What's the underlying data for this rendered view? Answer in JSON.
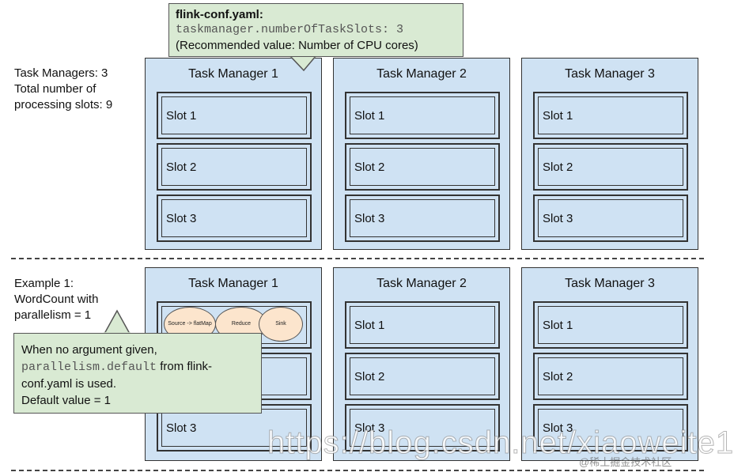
{
  "top_section": {
    "summary_line1": "Task Managers: 3",
    "summary_line2": "Total number of",
    "summary_line3": "processing slots: 9",
    "config_callout": {
      "title": "flink-conf.yaml:",
      "code": "taskmanager.numberOfTaskSlots: 3",
      "note": "(Recommended value: Number of CPU cores)"
    },
    "task_managers": [
      {
        "title": "Task Manager 1",
        "slots": [
          "Slot 1",
          "Slot 2",
          "Slot 3"
        ]
      },
      {
        "title": "Task Manager 2",
        "slots": [
          "Slot 1",
          "Slot 2",
          "Slot 3"
        ]
      },
      {
        "title": "Task Manager 3",
        "slots": [
          "Slot 1",
          "Slot 2",
          "Slot 3"
        ]
      }
    ]
  },
  "bottom_section": {
    "example_line1": "Example 1:",
    "example_line2": "WordCount with",
    "example_line3": "parallelism = 1",
    "operators": [
      "Source -> flatMap",
      "Reduce",
      "Sink"
    ],
    "default_callout": {
      "line1": "When no argument given,",
      "code": "parallelism.default",
      "line2_rest": " from flink-",
      "line3": "conf.yaml is used.",
      "line4": "Default value = 1"
    },
    "task_managers": [
      {
        "title": "Task Manager 1",
        "slots": [
          "",
          "",
          "Slot 3"
        ]
      },
      {
        "title": "Task Manager 2",
        "slots": [
          "Slot 1",
          "Slot 2",
          "Slot 3"
        ]
      },
      {
        "title": "Task Manager 3",
        "slots": [
          "Slot 1",
          "Slot 2",
          "Slot 3"
        ]
      }
    ]
  },
  "watermark": {
    "url": "https://blog.csdn.net/xiaoweite1",
    "credit": "@稀土掘金技术社区"
  }
}
